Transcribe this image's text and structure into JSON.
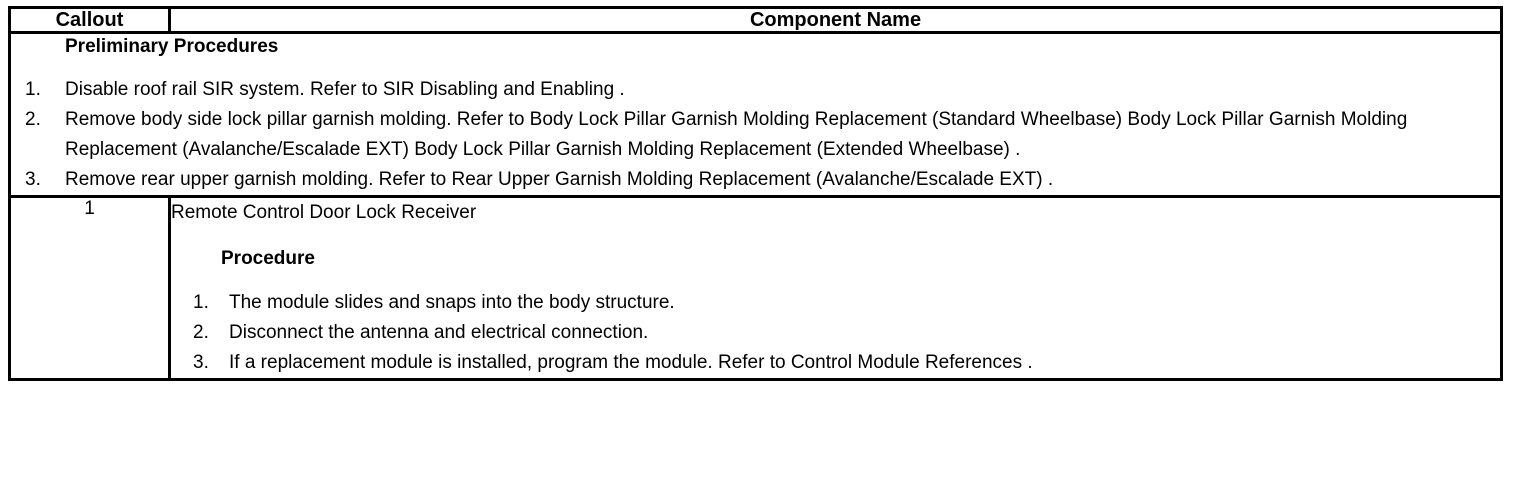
{
  "table": {
    "headers": {
      "callout": "Callout",
      "component_name": "Component Name"
    },
    "preliminary": {
      "title": "Preliminary Procedures",
      "items": [
        {
          "number": "1.",
          "text": "Disable roof rail SIR system. Refer to SIR Disabling and Enabling ."
        },
        {
          "number": "2.",
          "text": "Remove body side lock pillar garnish molding. Refer to Body Lock Pillar Garnish Molding Replacement (Standard Wheelbase) Body Lock Pillar Garnish Molding Replacement (Avalanche/Escalade EXT) Body Lock Pillar Garnish Molding Replacement (Extended Wheelbase) ."
        },
        {
          "number": "3.",
          "text": "Remove rear upper garnish molding. Refer to Rear Upper Garnish Molding Replacement (Avalanche/Escalade EXT) ."
        }
      ]
    },
    "rows": [
      {
        "callout": "1",
        "component_name": "Remote Control Door Lock Receiver",
        "procedure_title": "Procedure",
        "steps": [
          {
            "number": "1.",
            "text": "The module slides and snaps into the body structure."
          },
          {
            "number": "2.",
            "text": "Disconnect the antenna and electrical connection."
          },
          {
            "number": "3.",
            "text": "If a replacement module is installed, program the module. Refer to Control Module References ."
          }
        ]
      }
    ]
  },
  "colors": {
    "border": "#000000",
    "text": "#000000",
    "background": "#ffffff"
  }
}
